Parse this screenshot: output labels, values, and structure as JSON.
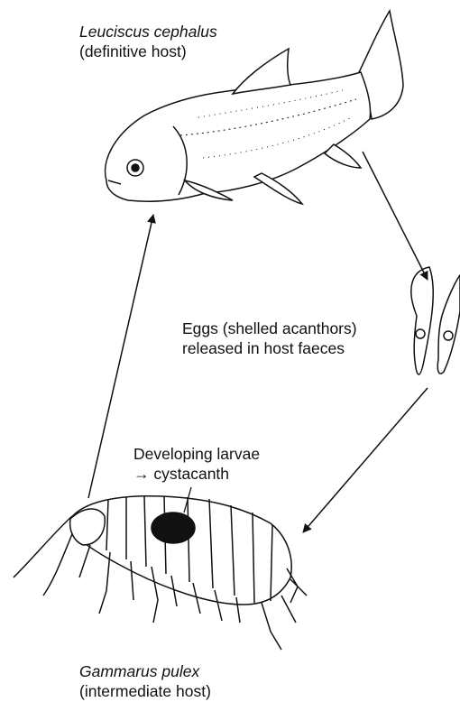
{
  "fish": {
    "name": "Leuciscus cephalus",
    "role": "(definitive host)"
  },
  "eggs": {
    "line1": "Eggs (shelled acanthors)",
    "line2": "released in host faeces"
  },
  "larvae": {
    "line1": "Developing larvae",
    "line2": "→ cystacanth"
  },
  "amphipod": {
    "name": "Gammarus pulex",
    "role": "(intermediate host)"
  }
}
